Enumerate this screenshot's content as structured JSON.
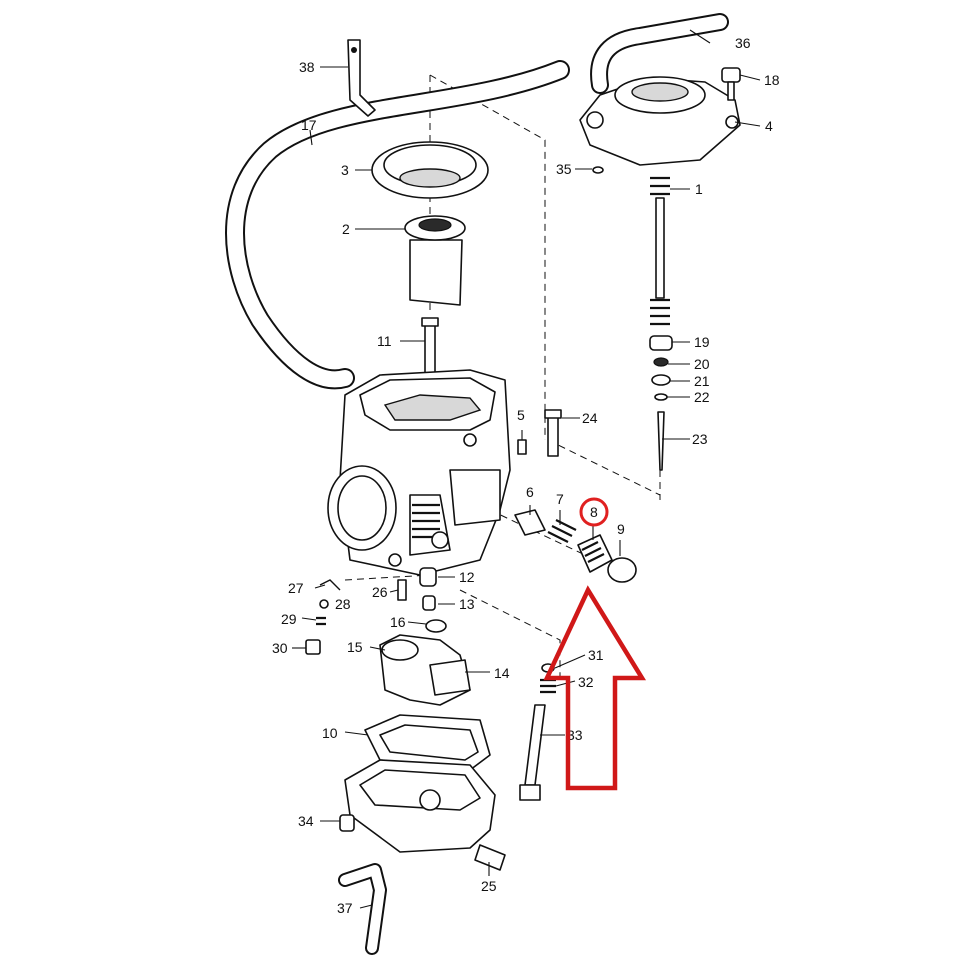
{
  "part_labels": {
    "p1": "1",
    "p2": "2",
    "p3": "3",
    "p4": "4",
    "p5": "5",
    "p6": "6",
    "p7": "7",
    "p8": "8",
    "p9": "9",
    "p10": "10",
    "p11": "11",
    "p12": "12",
    "p13": "13",
    "p14": "14",
    "p15": "15",
    "p16": "16",
    "p17": "17",
    "p18": "18",
    "p19": "19",
    "p20": "20",
    "p21": "21",
    "p22": "22",
    "p23": "23",
    "p24": "24",
    "p25": "25",
    "p26": "26",
    "p27": "27",
    "p28": "28",
    "p29": "29",
    "p30": "30",
    "p31": "31",
    "p32": "32",
    "p33": "33",
    "p34": "34",
    "p35": "35",
    "p36": "36",
    "p37": "37",
    "p38": "38"
  },
  "highlight": {
    "part": "8",
    "marker_color": "#e02020",
    "arrow_color": "#d01818"
  }
}
